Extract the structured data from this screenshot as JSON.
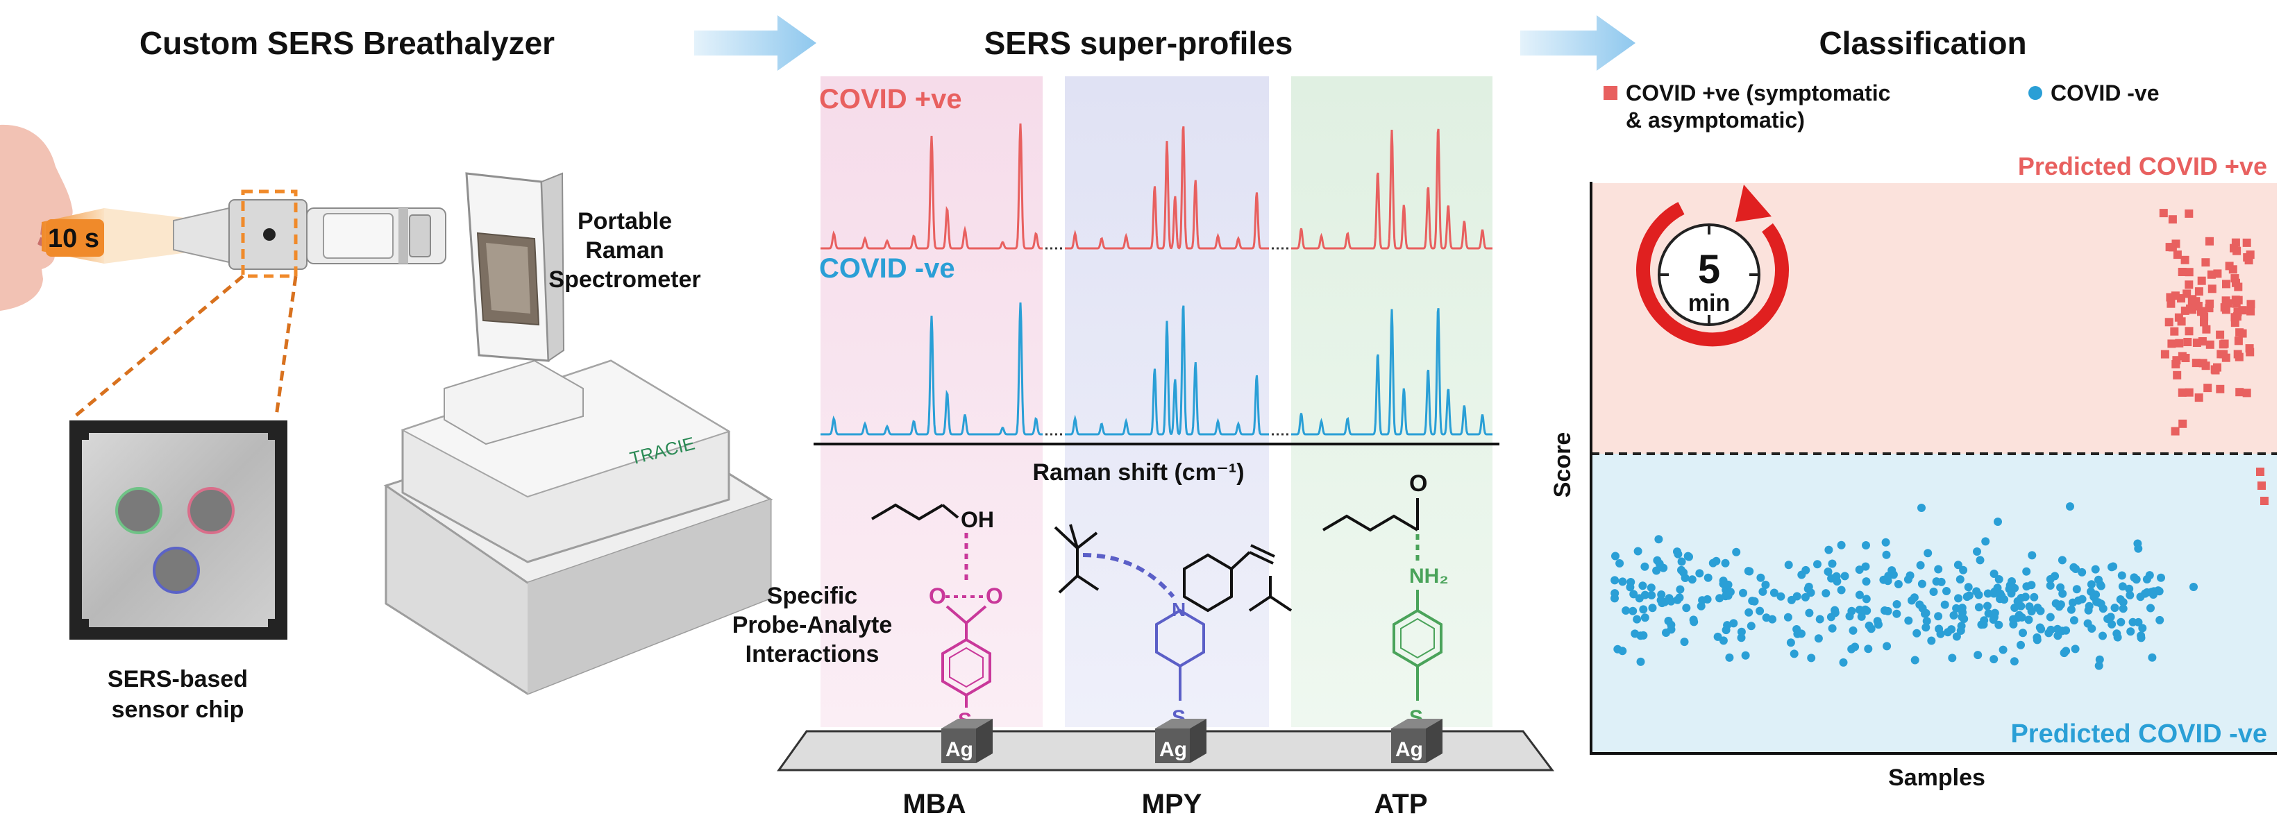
{
  "panels": {
    "breathalyzer": {
      "title": "Custom SERS Breathalyzer",
      "time_label": "10 s",
      "spectrometer_label_lines": [
        "Portable",
        "Raman",
        "Spectrometer"
      ],
      "device_brand": "TRACIE",
      "chip_label_lines": [
        "SERS-based",
        "sensor chip"
      ]
    },
    "profiles": {
      "title": "SERS super-profiles",
      "positive_label": "COVID +ve",
      "negative_label": "COVID -ve",
      "axis_label": "Raman shift (cm⁻¹)",
      "interactions_label_lines": [
        "Specific",
        "Probe-Analyte",
        "Interactions"
      ],
      "substrate_label": "Ag",
      "probes": [
        "MBA",
        "MPY",
        "ATP"
      ],
      "atom_labels": {
        "oh": "OH",
        "n": "N",
        "o": "O",
        "nh2": "NH₂",
        "s": "S"
      }
    },
    "classification": {
      "title": "Classification",
      "legend_positive_lines": [
        "COVID +ve (symptomatic",
        "& asymptomatic)"
      ],
      "legend_negative": "COVID -ve",
      "predicted_positive": "Predicted COVID +ve",
      "predicted_negative": "Predicted COVID -ve",
      "timer_value": "5",
      "timer_unit": "min",
      "xlabel": "Samples",
      "ylabel": "Score"
    }
  },
  "colors": {
    "positive": "#e8605f",
    "negative": "#2a9fd6",
    "mba": "#c9389a",
    "mpy": "#5b5fc7",
    "atp": "#4aa35a",
    "orange": "#f08a2a",
    "arrow": "#a8d4f2",
    "timer_red": "#e02020"
  }
}
